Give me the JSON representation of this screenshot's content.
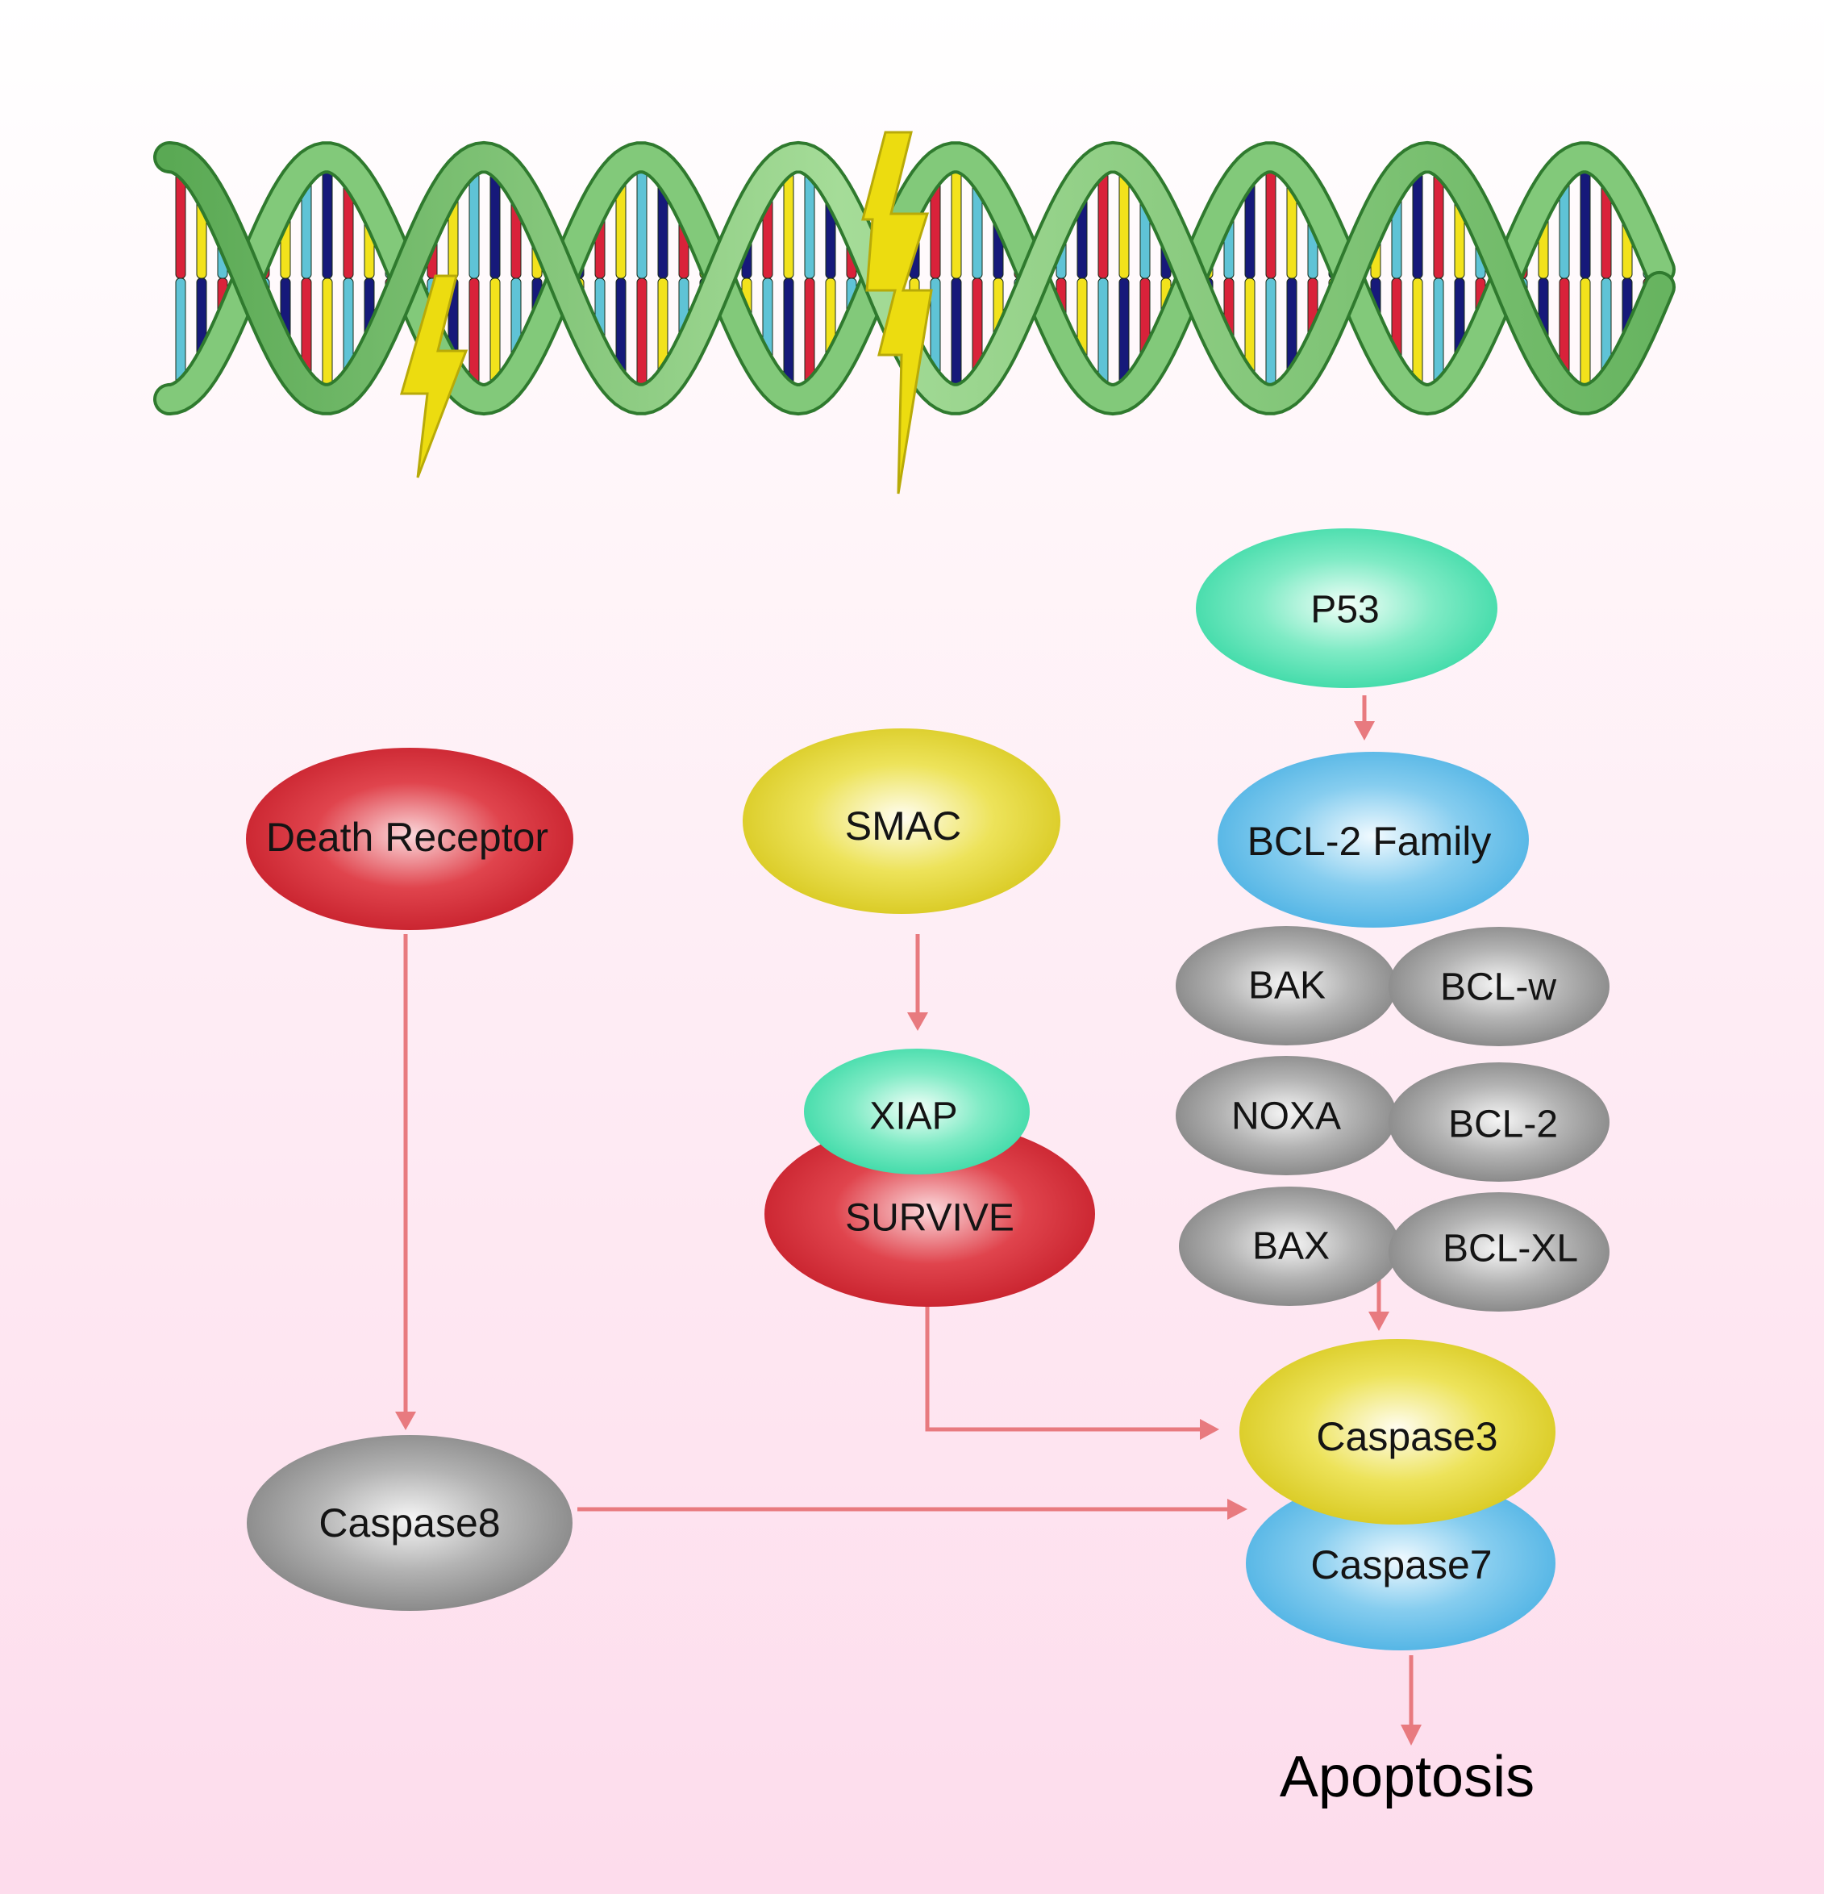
{
  "colors": {
    "red": "#d42a34",
    "yellow": "#e0d21a",
    "teal": "#3fdcaa",
    "blue": "#4fb4e6",
    "gray": "#858585",
    "arrow": "#e87a7f",
    "dna_strand": "#82c97a",
    "dna_shade": "#2f7a2e",
    "lightning": "#ecdc10"
  },
  "icons": {
    "dna": "dna-double-helix-icon",
    "damage": "lightning-bolt-icon"
  },
  "nodes": {
    "death_receptor": "Death Receptor",
    "smac": "SMAC",
    "xiap": "XIAP",
    "survive": "SURVIVE",
    "p53": "P53",
    "bcl2_family": "BCL-2 Family",
    "bak": "BAK",
    "bcl_w": "BCL-w",
    "noxa": "NOXA",
    "bcl2": "BCL-2",
    "bax": "BAX",
    "bcl_xl": "BCL-XL",
    "caspase8": "Caspase8",
    "caspase3": "Caspase3",
    "caspase7": "Caspase7"
  },
  "outcome": "Apoptosis",
  "edges": [
    {
      "from": "Death Receptor",
      "to": "Caspase8"
    },
    {
      "from": "SMAC",
      "to": "XIAP"
    },
    {
      "from": "P53",
      "to": "BCL-2 Family"
    },
    {
      "from": "SURVIVE",
      "to": "Caspase3"
    },
    {
      "from": "Caspase8",
      "to": "Caspase7"
    },
    {
      "from": "BCL-XL",
      "to": "Caspase3"
    },
    {
      "from": "Caspase7",
      "to": "Apoptosis"
    }
  ]
}
